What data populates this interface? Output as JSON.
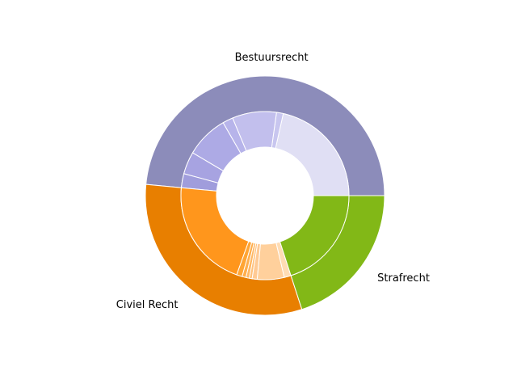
{
  "chart_data": {
    "type": "pie",
    "variant": "nested-donut",
    "title": "",
    "start_angle_deg": 0,
    "direction": "counterclockwise",
    "outer": {
      "categories": [
        "Bestuursrecht",
        "Civiel Recht",
        "Strafrecht"
      ],
      "values": [
        48.5,
        31.5,
        20.0
      ],
      "colors": [
        "#8c8cba",
        "#e87f00",
        "#82b817"
      ],
      "edge_color": "#ffffff"
    },
    "inner": {
      "groups": [
        {
          "parent": "Bestuursrecht",
          "values": [
            21.5,
            1.3,
            8.5,
            2.0,
            8.2,
            4.3,
            2.7
          ],
          "colors": [
            "#e0dff4",
            "#c8c6ef",
            "#c2bfed",
            "#b7b4ea",
            "#adaae5",
            "#a7a3e1",
            "#a09ddc"
          ]
        },
        {
          "parent": "Civiel Recht",
          "values": [
            19.5,
            1.0,
            0.7,
            0.6,
            0.5,
            0.9,
            4.8,
            1.2
          ],
          "colors": [
            "#ff961c",
            "#ffa534",
            "#ffae4c",
            "#ffb864",
            "#ffc17c",
            "#ffca94",
            "#ffd09c",
            "#ffdcb4"
          ]
        },
        {
          "parent": "Strafrecht",
          "values": [
            20.0
          ],
          "colors": [
            "#82b817"
          ]
        }
      ],
      "edge_color": "#ffffff"
    },
    "legend": "none",
    "labels_position": "outside-outer-ring"
  }
}
